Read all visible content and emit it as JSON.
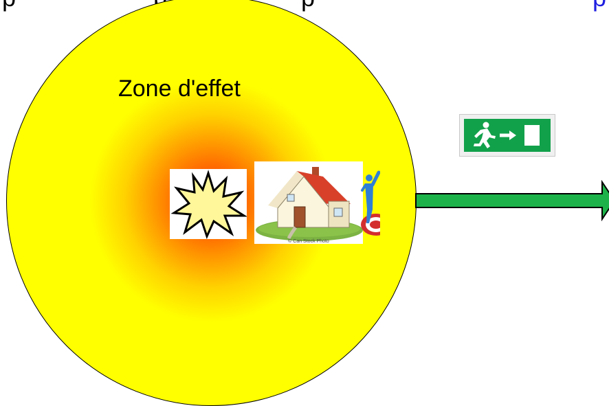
{
  "header_clipped": {
    "fragments": [
      "p",
      "p",
      "p",
      "p"
    ],
    "accent_color": "#1f1fe0"
  },
  "zone": {
    "label": "Zone d'effet",
    "colors": {
      "center": "#ff2a00",
      "middle": "#ff9a00",
      "outer": "#ffff00"
    }
  },
  "house": {
    "watermark": "© Can Stock Photo"
  },
  "icons": [
    "explosion-icon",
    "house-icon",
    "person-on-target-icon",
    "emergency-exit-sign-icon",
    "right-arrow"
  ],
  "arrow": {
    "fill_color": "#1db34a",
    "stroke_color": "#000000"
  },
  "exit_sign": {
    "background_color": "#12a14b"
  }
}
